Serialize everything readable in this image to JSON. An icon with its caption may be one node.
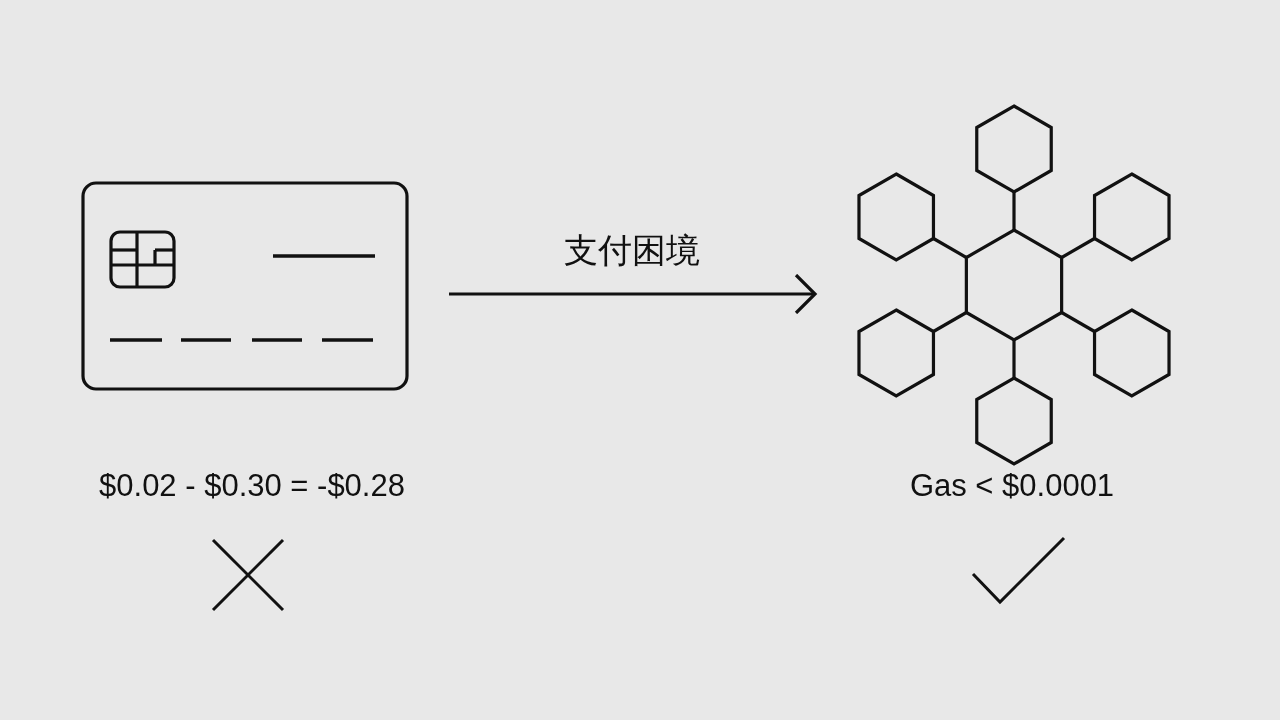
{
  "diagram": {
    "nodes": [
      {
        "text": [],
        "shape": "picture",
        "beside": [
          "$0.02 - $0.30 = -$0.28"
        ]
      },
      {
        "text": [],
        "shape": "picture",
        "beside": [
          "Gas < $0.0001"
        ]
      }
    ],
    "edges": [
      {
        "from": 0,
        "to": 1,
        "arrow": "to",
        "label": "支付困境"
      }
    ]
  }
}
